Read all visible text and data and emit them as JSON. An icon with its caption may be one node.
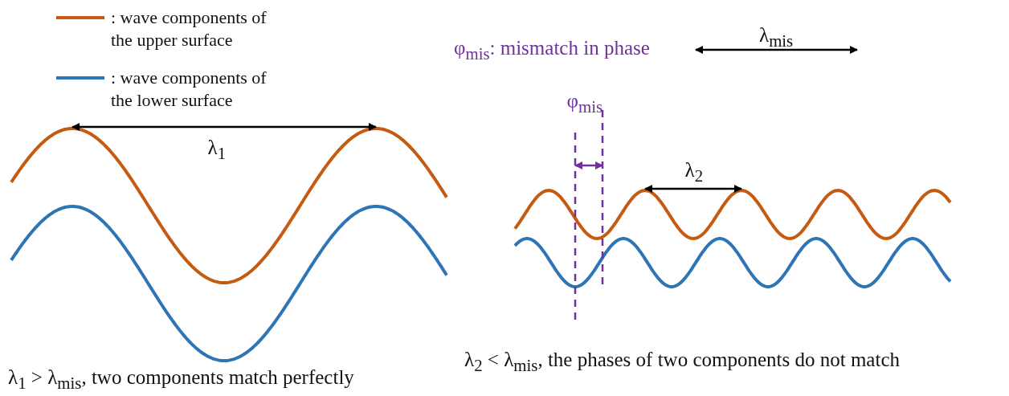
{
  "diagram": {
    "labels": [
      "φ$_{mis}$: mismatch in phase",
      "λ$_{mis}$",
      "λ$_{1}$",
      "φ$_{mis}$",
      "λ$_{2}$",
      "λ$_{1}$ > λ$_{mis}$, two components match perfectly",
      "λ$_{2}$ < λ$_{mis}$, the phases of two components do not match"
    ],
    "legend": [
      {
        "text": ": wave components of the upper surface",
        "color": "#c55a11"
      },
      {
        "text": ": wave components of the lower surface",
        "color": "#2e75b6"
      }
    ]
  }
}
